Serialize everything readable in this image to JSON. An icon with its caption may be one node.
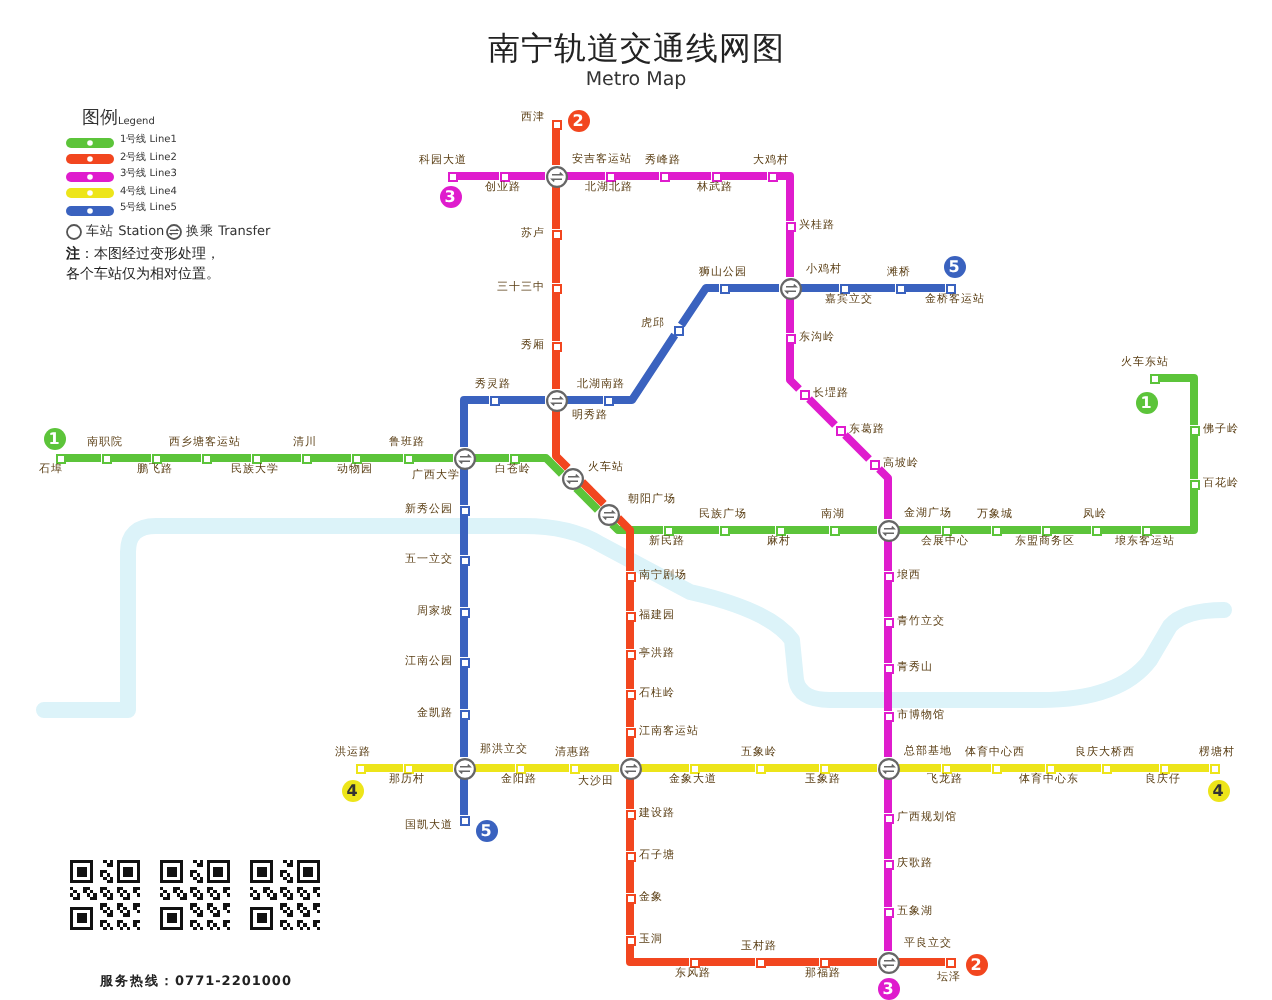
{
  "diagram": {
    "title": "南宁轨道交通线网图",
    "nodes": [
      {
        "text": [
          "石埠"
        ]
      },
      {
        "text": [
          "南职院"
        ]
      },
      {
        "text": [
          "鹏飞路"
        ]
      },
      {
        "text": [
          "西乡塘客运站"
        ]
      },
      {
        "text": [
          "民族大学"
        ]
      },
      {
        "text": [
          "清川"
        ]
      },
      {
        "text": [
          "动物园"
        ]
      },
      {
        "text": [
          "鲁班路"
        ]
      },
      {
        "text": [
          "广西大学"
        ]
      },
      {
        "text": [
          "白苍岭"
        ]
      },
      {
        "text": [
          "火车站"
        ]
      },
      {
        "text": [
          "朝阳广场"
        ]
      },
      {
        "text": [
          "新民路"
        ]
      },
      {
        "text": [
          "民族广场"
        ]
      },
      {
        "text": [
          "麻村"
        ]
      },
      {
        "text": [
          "南湖"
        ]
      },
      {
        "text": [
          "金湖广场"
        ]
      },
      {
        "text": [
          "会展中心"
        ]
      },
      {
        "text": [
          "万象城"
        ]
      },
      {
        "text": [
          "东盟商务区"
        ]
      },
      {
        "text": [
          "凤岭"
        ]
      },
      {
        "text": [
          "埌东客运站"
        ]
      },
      {
        "text": [
          "百花岭"
        ]
      },
      {
        "text": [
          "佛子岭"
        ]
      },
      {
        "text": [
          "火车东站"
        ]
      },
      {
        "text": [
          "西津"
        ]
      },
      {
        "text": [
          "安吉客运站"
        ]
      },
      {
        "text": [
          "苏卢"
        ]
      },
      {
        "text": [
          "三十三中"
        ]
      },
      {
        "text": [
          "秀厢"
        ]
      },
      {
        "text": [
          "明秀路"
        ]
      },
      {
        "text": [
          "南宁剧场"
        ]
      },
      {
        "text": [
          "福建园"
        ]
      },
      {
        "text": [
          "亭洪路"
        ]
      },
      {
        "text": [
          "石柱岭"
        ]
      },
      {
        "text": [
          "江南客运站"
        ]
      },
      {
        "text": [
          "大沙田"
        ]
      },
      {
        "text": [
          "建设路"
        ]
      },
      {
        "text": [
          "石子塘"
        ]
      },
      {
        "text": [
          "金象"
        ]
      },
      {
        "text": [
          "玉洞"
        ]
      },
      {
        "text": [
          "东风路"
        ]
      },
      {
        "text": [
          "玉村路"
        ]
      },
      {
        "text": [
          "那福路"
        ]
      },
      {
        "text": [
          "平良立交"
        ]
      },
      {
        "text": [
          "坛泽"
        ]
      },
      {
        "text": [
          "科园大道"
        ]
      },
      {
        "text": [
          "创业路"
        ]
      },
      {
        "text": [
          "北湖北路"
        ]
      },
      {
        "text": [
          "秀峰路"
        ]
      },
      {
        "text": [
          "林武路"
        ]
      },
      {
        "text": [
          "大鸡村"
        ]
      },
      {
        "text": [
          "兴桂路"
        ]
      },
      {
        "text": [
          "小鸡村"
        ]
      },
      {
        "text": [
          "东沟岭"
        ]
      },
      {
        "text": [
          "长堽路"
        ]
      },
      {
        "text": [
          "东葛路"
        ]
      },
      {
        "text": [
          "高坡岭"
        ]
      },
      {
        "text": [
          "埌西"
        ]
      },
      {
        "text": [
          "青竹立交"
        ]
      },
      {
        "text": [
          "青秀山"
        ]
      },
      {
        "text": [
          "市博物馆"
        ]
      },
      {
        "text": [
          "总部基地"
        ]
      },
      {
        "text": [
          "广西规划馆"
        ]
      },
      {
        "text": [
          "庆歌路"
        ]
      },
      {
        "text": [
          "五象湖"
        ]
      },
      {
        "text": [
          "洪运路"
        ]
      },
      {
        "text": [
          "那历村"
        ]
      },
      {
        "text": [
          "那洪立交"
        ]
      },
      {
        "text": [
          "金阳路"
        ]
      },
      {
        "text": [
          "清惠路"
        ]
      },
      {
        "text": [
          "金象大道"
        ]
      },
      {
        "text": [
          "五象岭"
        ]
      },
      {
        "text": [
          "玉象路"
        ]
      },
      {
        "text": [
          "飞龙路"
        ]
      },
      {
        "text": [
          "体育中心西"
        ]
      },
      {
        "text": [
          "体育中心东"
        ]
      },
      {
        "text": [
          "良庆大桥西"
        ]
      },
      {
        "text": [
          "良庆仔"
        ]
      },
      {
        "text": [
          "楞塘村"
        ]
      },
      {
        "text": [
          "国凯大道"
        ]
      },
      {
        "text": [
          "金凯路"
        ]
      },
      {
        "text": [
          "江南公园"
        ]
      },
      {
        "text": [
          "周家坡"
        ]
      },
      {
        "text": [
          "五一立交"
        ]
      },
      {
        "text": [
          "新秀公园"
        ]
      },
      {
        "text": [
          "秀灵路"
        ]
      },
      {
        "text": [
          "北湖南路"
        ]
      },
      {
        "text": [
          "虎邱"
        ]
      },
      {
        "text": [
          "狮山公园"
        ]
      },
      {
        "text": [
          "嘉宾立交"
        ]
      },
      {
        "text": [
          "滩桥"
        ]
      },
      {
        "text": [
          "金桥客运站"
        ]
      },
      {
        "text": [
          "1"
        ]
      },
      {
        "text": [
          "1"
        ]
      },
      {
        "text": [
          "2"
        ]
      },
      {
        "text": [
          "2"
        ]
      },
      {
        "text": [
          "3"
        ]
      },
      {
        "text": [
          "3"
        ]
      },
      {
        "text": [
          "4"
        ]
      },
      {
        "text": [
          "4"
        ]
      },
      {
        "text": [
          "5"
        ]
      },
      {
        "text": [
          "5"
        ]
      }
    ],
    "edges": [
      {
        "from": 0,
        "to": 1,
        "arrow": "none",
        "color": "#5cc43a"
      },
      {
        "from": 1,
        "to": 2,
        "arrow": "none",
        "color": "#5cc43a"
      },
      {
        "from": 2,
        "to": 3,
        "arrow": "none",
        "color": "#5cc43a"
      },
      {
        "from": 3,
        "to": 4,
        "arrow": "none",
        "color": "#5cc43a"
      },
      {
        "from": 4,
        "to": 5,
        "arrow": "none",
        "color": "#5cc43a"
      },
      {
        "from": 5,
        "to": 6,
        "arrow": "none",
        "color": "#5cc43a"
      },
      {
        "from": 6,
        "to": 7,
        "arrow": "none",
        "color": "#5cc43a"
      },
      {
        "from": 7,
        "to": 8,
        "arrow": "none",
        "color": "#5cc43a"
      },
      {
        "from": 8,
        "to": 9,
        "arrow": "none",
        "color": "#5cc43a"
      },
      {
        "from": 9,
        "to": 10,
        "arrow": "none",
        "color": "#5cc43a"
      },
      {
        "from": 10,
        "to": 11,
        "arrow": "none",
        "color": "#5cc43a"
      },
      {
        "from": 11,
        "to": 12,
        "arrow": "none",
        "color": "#5cc43a"
      },
      {
        "from": 12,
        "to": 13,
        "arrow": "none",
        "color": "#5cc43a"
      },
      {
        "from": 13,
        "to": 14,
        "arrow": "none",
        "color": "#5cc43a"
      },
      {
        "from": 14,
        "to": 15,
        "arrow": "none",
        "color": "#5cc43a"
      },
      {
        "from": 15,
        "to": 16,
        "arrow": "none",
        "color": "#5cc43a"
      },
      {
        "from": 16,
        "to": 17,
        "arrow": "none",
        "color": "#5cc43a"
      },
      {
        "from": 17,
        "to": 18,
        "arrow": "none",
        "color": "#5cc43a"
      },
      {
        "from": 18,
        "to": 19,
        "arrow": "none",
        "color": "#5cc43a"
      },
      {
        "from": 19,
        "to": 20,
        "arrow": "none",
        "color": "#5cc43a"
      },
      {
        "from": 20,
        "to": 21,
        "arrow": "none",
        "color": "#5cc43a"
      },
      {
        "from": 21,
        "to": 22,
        "arrow": "none",
        "color": "#5cc43a"
      },
      {
        "from": 22,
        "to": 23,
        "arrow": "none",
        "color": "#5cc43a"
      },
      {
        "from": 23,
        "to": 24,
        "arrow": "none",
        "color": "#5cc43a"
      },
      {
        "from": 25,
        "to": 26,
        "arrow": "none",
        "color": "#f2461f"
      },
      {
        "from": 26,
        "to": 27,
        "arrow": "none",
        "color": "#f2461f"
      },
      {
        "from": 27,
        "to": 28,
        "arrow": "none",
        "color": "#f2461f"
      },
      {
        "from": 28,
        "to": 29,
        "arrow": "none",
        "color": "#f2461f"
      },
      {
        "from": 29,
        "to": 30,
        "arrow": "none",
        "color": "#f2461f"
      },
      {
        "from": 30,
        "to": 10,
        "arrow": "none",
        "color": "#f2461f"
      },
      {
        "from": 10,
        "to": 11,
        "arrow": "none",
        "color": "#f2461f"
      },
      {
        "from": 11,
        "to": 31,
        "arrow": "none",
        "color": "#f2461f"
      },
      {
        "from": 31,
        "to": 32,
        "arrow": "none",
        "color": "#f2461f"
      },
      {
        "from": 32,
        "to": 33,
        "arrow": "none",
        "color": "#f2461f"
      },
      {
        "from": 33,
        "to": 34,
        "arrow": "none",
        "color": "#f2461f"
      },
      {
        "from": 34,
        "to": 35,
        "arrow": "none",
        "color": "#f2461f"
      },
      {
        "from": 35,
        "to": 36,
        "arrow": "none",
        "color": "#f2461f"
      },
      {
        "from": 36,
        "to": 37,
        "arrow": "none",
        "color": "#f2461f"
      },
      {
        "from": 37,
        "to": 38,
        "arrow": "none",
        "color": "#f2461f"
      },
      {
        "from": 38,
        "to": 39,
        "arrow": "none",
        "color": "#f2461f"
      },
      {
        "from": 39,
        "to": 40,
        "arrow": "none",
        "color": "#f2461f"
      },
      {
        "from": 40,
        "to": 41,
        "arrow": "none",
        "color": "#f2461f"
      },
      {
        "from": 41,
        "to": 42,
        "arrow": "none",
        "color": "#f2461f"
      },
      {
        "from": 42,
        "to": 43,
        "arrow": "none",
        "color": "#f2461f"
      },
      {
        "from": 43,
        "to": 44,
        "arrow": "none",
        "color": "#f2461f"
      },
      {
        "from": 44,
        "to": 45,
        "arrow": "none",
        "color": "#f2461f"
      },
      {
        "from": 46,
        "to": 47,
        "arrow": "none",
        "color": "#df1ccd"
      },
      {
        "from": 47,
        "to": 26,
        "arrow": "none",
        "color": "#df1ccd"
      },
      {
        "from": 26,
        "to": 48,
        "arrow": "none",
        "color": "#df1ccd"
      },
      {
        "from": 48,
        "to": 49,
        "arrow": "none",
        "color": "#df1ccd"
      },
      {
        "from": 49,
        "to": 50,
        "arrow": "none",
        "color": "#df1ccd"
      },
      {
        "from": 50,
        "to": 51,
        "arrow": "none",
        "color": "#df1ccd"
      },
      {
        "from": 51,
        "to": 52,
        "arrow": "none",
        "color": "#df1ccd"
      },
      {
        "from": 52,
        "to": 53,
        "arrow": "none",
        "color": "#df1ccd"
      },
      {
        "from": 53,
        "to": 54,
        "arrow": "none",
        "color": "#df1ccd"
      },
      {
        "from": 54,
        "to": 55,
        "arrow": "none",
        "color": "#df1ccd"
      },
      {
        "from": 55,
        "to": 56,
        "arrow": "none",
        "color": "#df1ccd"
      },
      {
        "from": 56,
        "to": 57,
        "arrow": "none",
        "color": "#df1ccd"
      },
      {
        "from": 57,
        "to": 16,
        "arrow": "none",
        "color": "#df1ccd"
      },
      {
        "from": 16,
        "to": 58,
        "arrow": "none",
        "color": "#df1ccd"
      },
      {
        "from": 58,
        "to": 59,
        "arrow": "none",
        "color": "#df1ccd"
      },
      {
        "from": 59,
        "to": 60,
        "arrow": "none",
        "color": "#df1ccd"
      },
      {
        "from": 60,
        "to": 61,
        "arrow": "none",
        "color": "#df1ccd"
      },
      {
        "from": 61,
        "to": 62,
        "arrow": "none",
        "color": "#df1ccd"
      },
      {
        "from": 62,
        "to": 63,
        "arrow": "none",
        "color": "#df1ccd"
      },
      {
        "from": 63,
        "to": 64,
        "arrow": "none",
        "color": "#df1ccd"
      },
      {
        "from": 64,
        "to": 65,
        "arrow": "none",
        "color": "#df1ccd"
      },
      {
        "from": 65,
        "to": 44,
        "arrow": "none",
        "color": "#df1ccd"
      },
      {
        "from": 66,
        "to": 67,
        "arrow": "none",
        "color": "#ede51a"
      },
      {
        "from": 67,
        "to": 68,
        "arrow": "none",
        "color": "#ede51a"
      },
      {
        "from": 68,
        "to": 69,
        "arrow": "none",
        "color": "#ede51a"
      },
      {
        "from": 69,
        "to": 70,
        "arrow": "none",
        "color": "#ede51a"
      },
      {
        "from": 70,
        "to": 36,
        "arrow": "none",
        "color": "#ede51a"
      },
      {
        "from": 36,
        "to": 71,
        "arrow": "none",
        "color": "#ede51a"
      },
      {
        "from": 71,
        "to": 72,
        "arrow": "none",
        "color": "#ede51a"
      },
      {
        "from": 72,
        "to": 73,
        "arrow": "none",
        "color": "#ede51a"
      },
      {
        "from": 73,
        "to": 62,
        "arrow": "none",
        "color": "#ede51a"
      },
      {
        "from": 62,
        "to": 74,
        "arrow": "none",
        "color": "#ede51a"
      },
      {
        "from": 74,
        "to": 75,
        "arrow": "none",
        "color": "#ede51a"
      },
      {
        "from": 75,
        "to": 76,
        "arrow": "none",
        "color": "#ede51a"
      },
      {
        "from": 76,
        "to": 77,
        "arrow": "none",
        "color": "#ede51a"
      },
      {
        "from": 77,
        "to": 78,
        "arrow": "none",
        "color": "#ede51a"
      },
      {
        "from": 78,
        "to": 79,
        "arrow": "none",
        "color": "#ede51a"
      },
      {
        "from": 80,
        "to": 68,
        "arrow": "none",
        "color": "#3a62bf"
      },
      {
        "from": 68,
        "to": 81,
        "arrow": "none",
        "color": "#3a62bf"
      },
      {
        "from": 81,
        "to": 82,
        "arrow": "none",
        "color": "#3a62bf"
      },
      {
        "from": 82,
        "to": 83,
        "arrow": "none",
        "color": "#3a62bf"
      },
      {
        "from": 83,
        "to": 84,
        "arrow": "none",
        "color": "#3a62bf"
      },
      {
        "from": 84,
        "to": 85,
        "arrow": "none",
        "color": "#3a62bf"
      },
      {
        "from": 85,
        "to": 8,
        "arrow": "none",
        "color": "#3a62bf"
      },
      {
        "from": 8,
        "to": 86,
        "arrow": "none",
        "color": "#3a62bf"
      },
      {
        "from": 86,
        "to": 30,
        "arrow": "none",
        "color": "#3a62bf"
      },
      {
        "from": 30,
        "to": 87,
        "arrow": "none",
        "color": "#3a62bf"
      },
      {
        "from": 87,
        "to": 88,
        "arrow": "none",
        "color": "#3a62bf"
      },
      {
        "from": 88,
        "to": 89,
        "arrow": "none",
        "color": "#3a62bf"
      },
      {
        "from": 89,
        "to": 53,
        "arrow": "none",
        "color": "#3a62bf"
      },
      {
        "from": 53,
        "to": 90,
        "arrow": "none",
        "color": "#3a62bf"
      },
      {
        "from": 90,
        "to": 91,
        "arrow": "none",
        "color": "#3a62bf"
      },
      {
        "from": 91,
        "to": 92,
        "arrow": "none",
        "color": "#3a62bf"
      }
    ],
    "labels": [
      "Metro Map",
      "图例",
      "Legend",
      "**注**：本图经过变形处理，各个车站仅为相对位置。",
      "服务热线：0771-2201000"
    ],
    "legend": [
      {
        "text": "1号线 Line1",
        "color": "#5cc43a"
      },
      {
        "text": "2号线 Line2",
        "color": "#f2461f"
      },
      {
        "text": "3号线 Line3",
        "color": "#df1ccd"
      },
      {
        "text": "4号线 Line4",
        "color": "#ede51a"
      },
      {
        "text": "5号线 Line5",
        "color": "#3a62bf"
      },
      {
        "text": "车站 Station"
      },
      {
        "text": "换乘 Transfer"
      }
    ]
  }
}
